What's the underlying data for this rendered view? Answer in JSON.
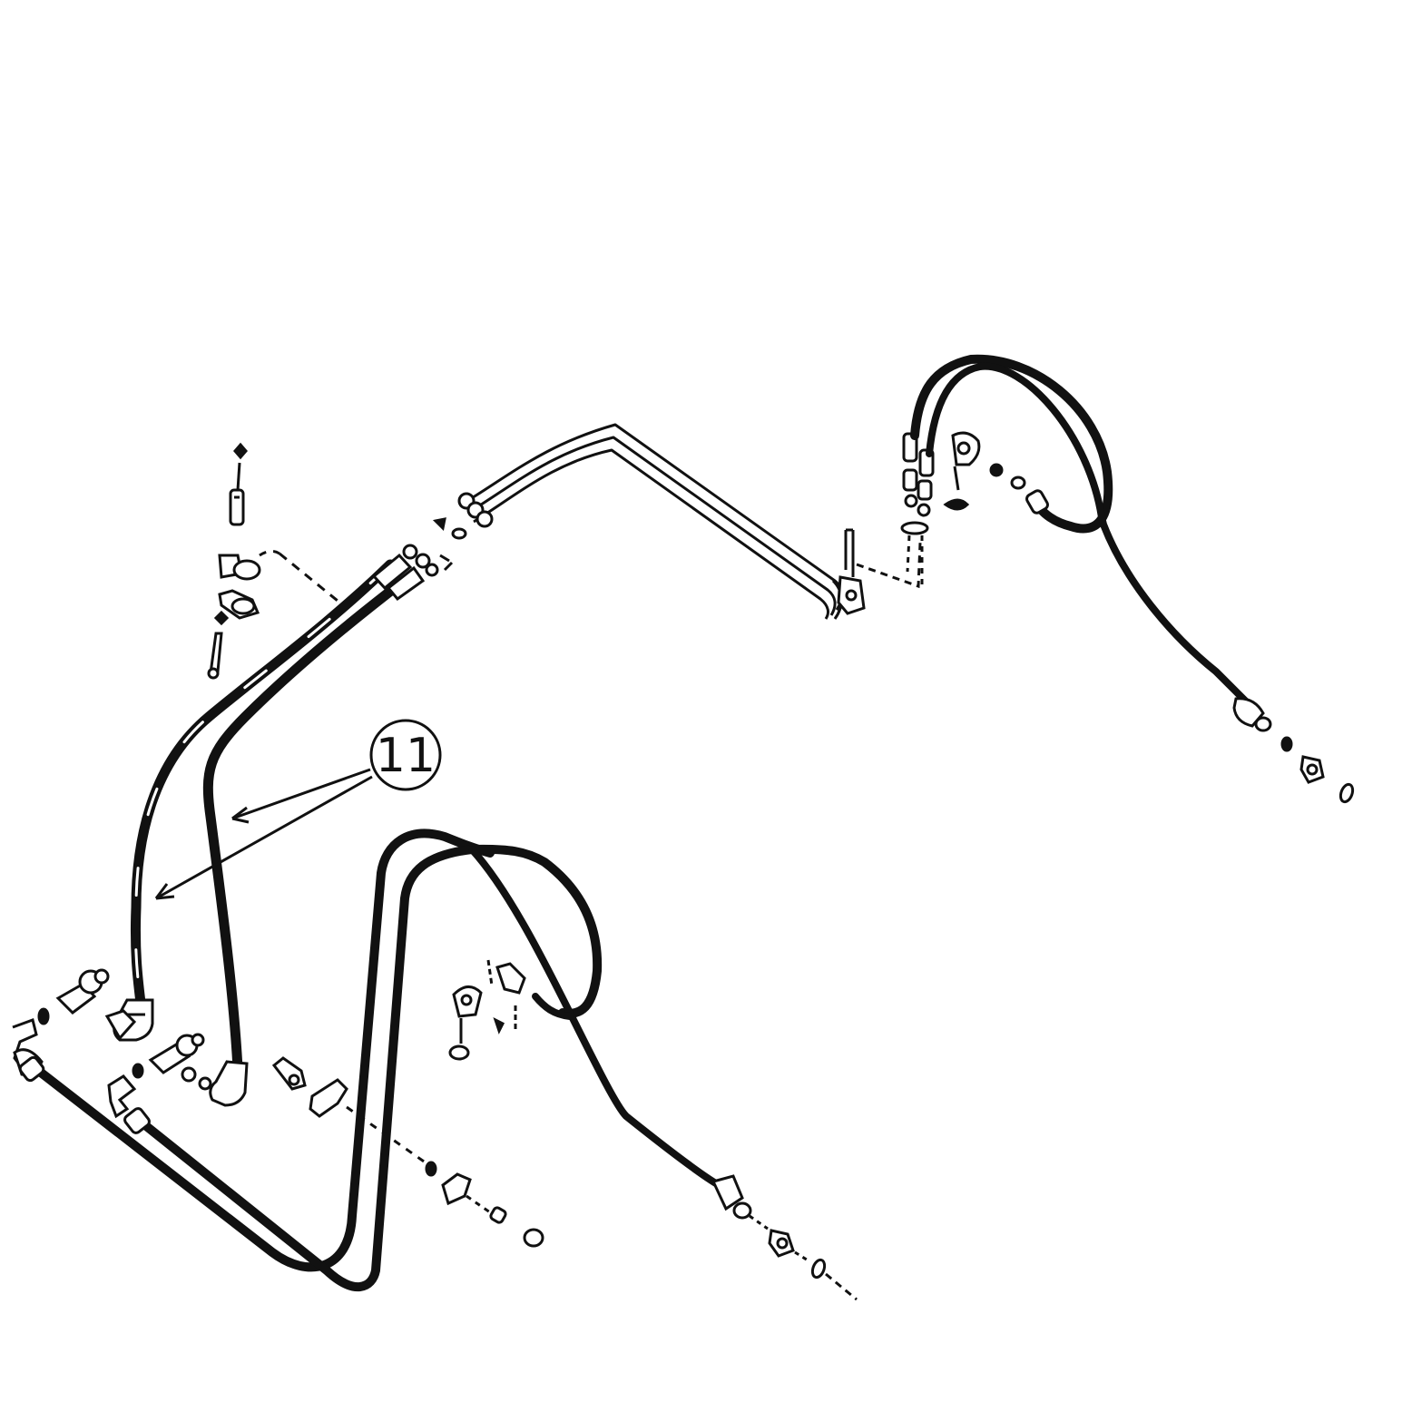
{
  "callouts": [
    {
      "label": "11",
      "points_to": [
        "right-hose",
        "left-hose"
      ]
    }
  ],
  "colors": {
    "ink": "#111111",
    "background": "#ffffff"
  },
  "parts": [
    {
      "name": "left-hose",
      "kind": "hydraulic hose"
    },
    {
      "name": "right-hose",
      "kind": "hydraulic hose"
    },
    {
      "name": "rigid-tube-bundle",
      "kind": "steel lines"
    },
    {
      "name": "right-hose-loop",
      "kind": "hydraulic hose loop"
    },
    {
      "name": "lower-u-hoses",
      "kind": "hydraulic hose pair"
    },
    {
      "name": "middle-hose-loop",
      "kind": "hydraulic hose loop"
    }
  ]
}
